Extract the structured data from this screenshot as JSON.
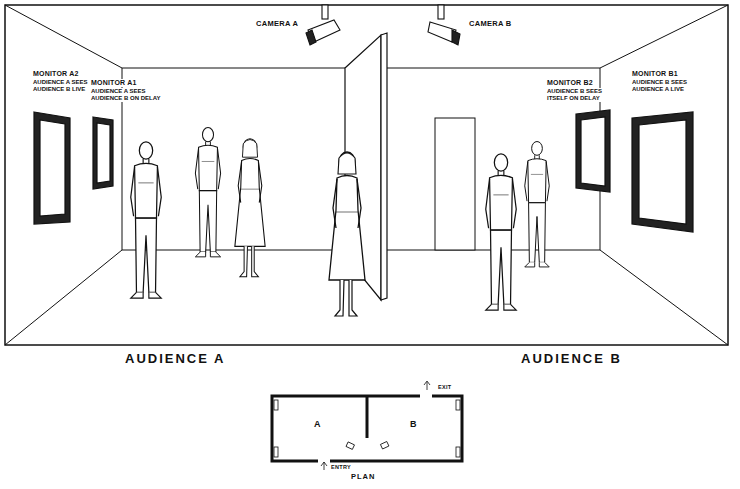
{
  "diagram": {
    "labels": [
      "CAMERA A",
      "CAMERA B",
      "MONITOR A2",
      "AUDIENCE A SEES AUDIENCE B LIVE",
      "MONITOR A1",
      "AUDIENCE A SEES AUDIENCE B ON DELAY",
      "MONITOR B2",
      "AUDIENCE B SEES ITSELF ON DELAY",
      "MONITOR B1",
      "AUDIENCE B SEES AUDIENCE A LIVE",
      "AUDIENCE A",
      "AUDIENCE B",
      "A",
      "B",
      "EXIT",
      "ENTRY",
      "PLAN"
    ]
  }
}
